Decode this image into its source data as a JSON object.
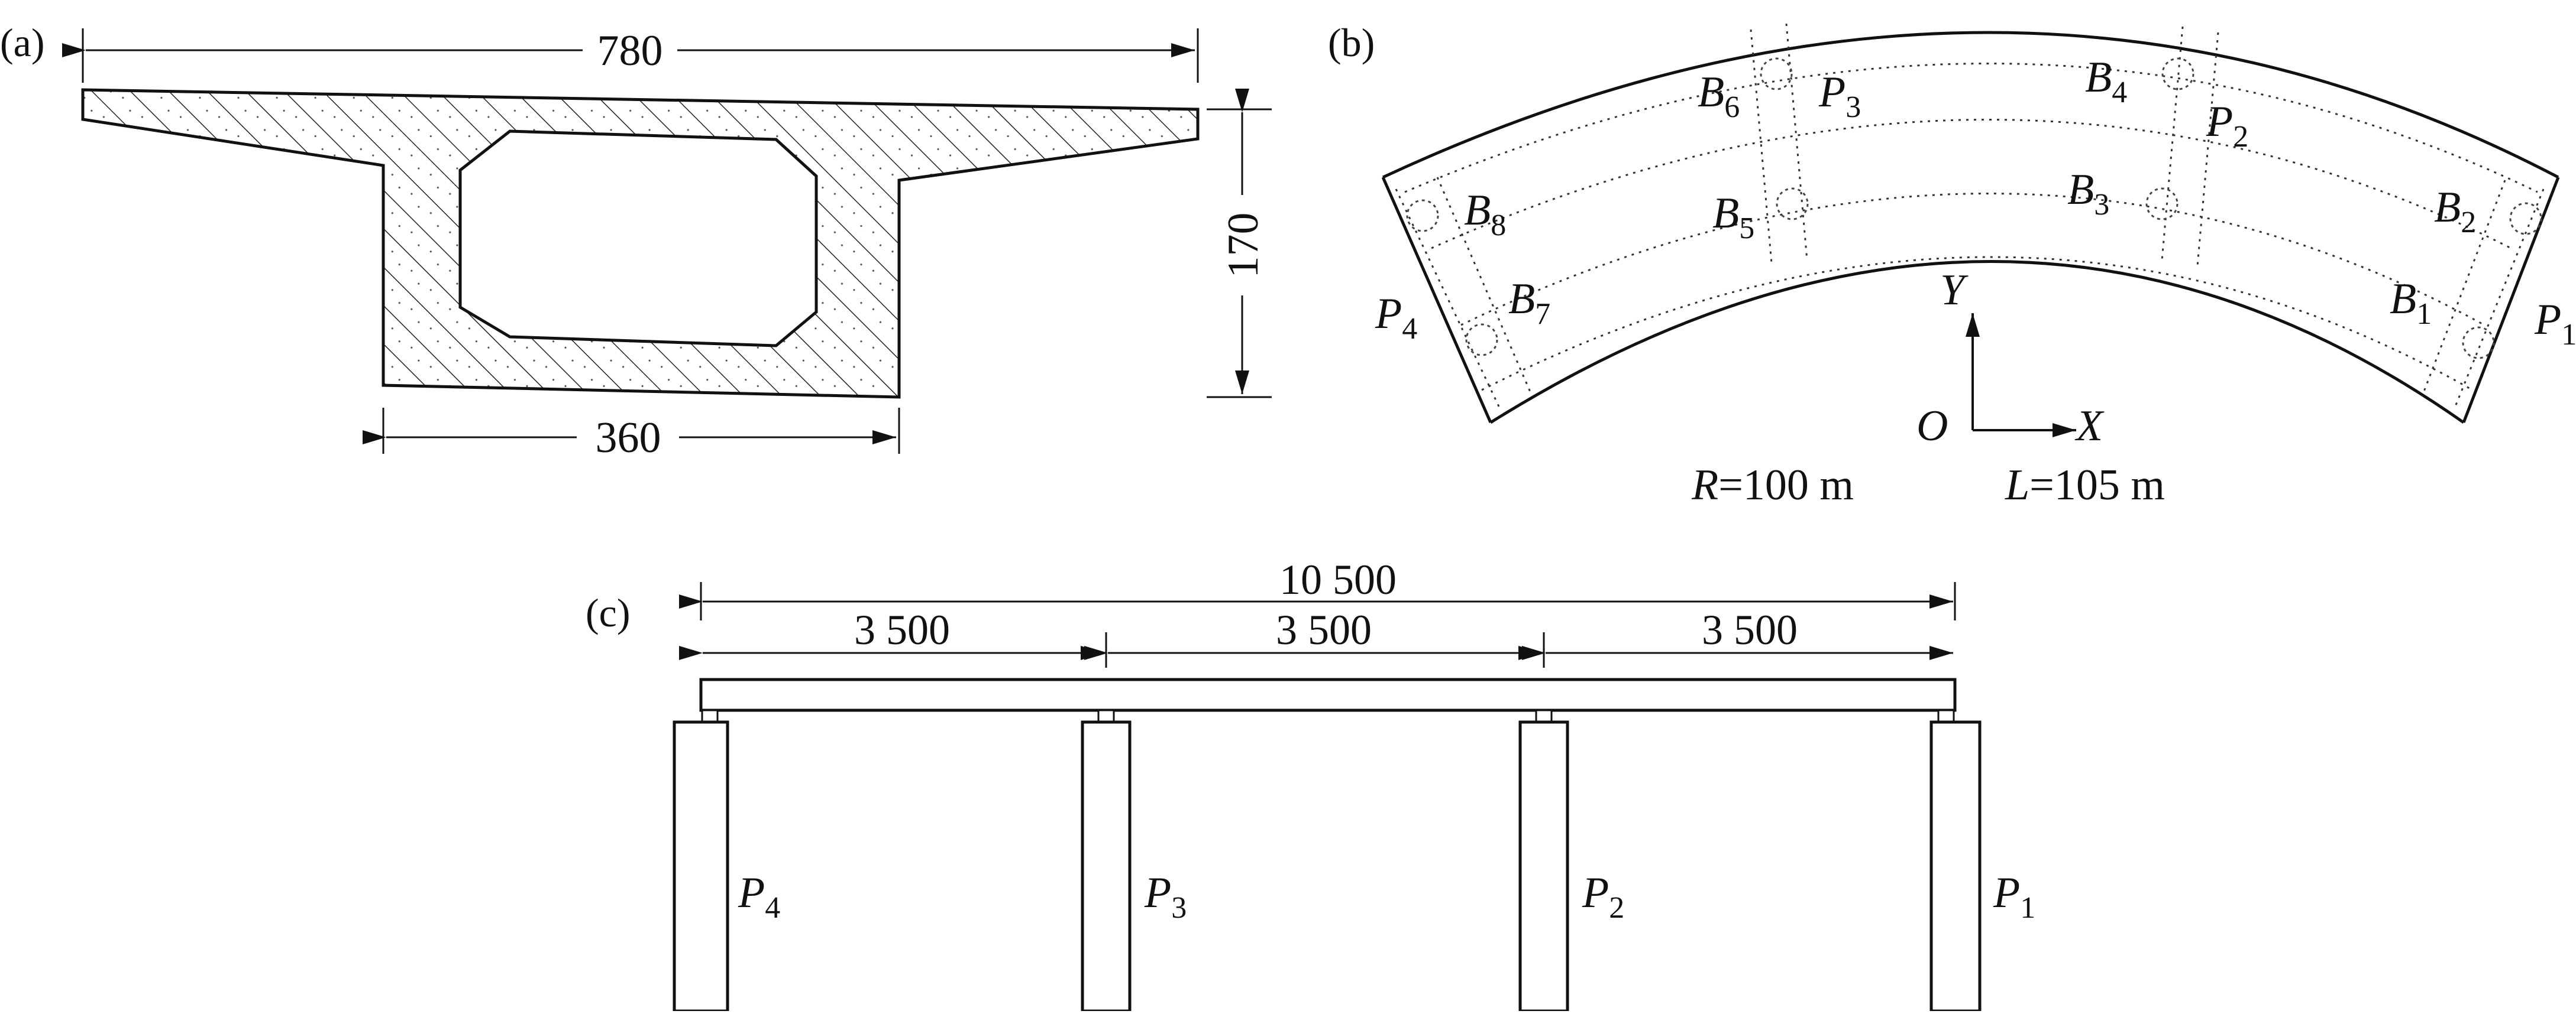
{
  "panel_a": {
    "label": "(a)",
    "top_width": "780",
    "height": "170",
    "bottom_width": "360"
  },
  "panel_b": {
    "label": "(b)",
    "bearings": [
      {
        "letter": "B",
        "sub": "1"
      },
      {
        "letter": "B",
        "sub": "2"
      },
      {
        "letter": "B",
        "sub": "3"
      },
      {
        "letter": "B",
        "sub": "4"
      },
      {
        "letter": "B",
        "sub": "5"
      },
      {
        "letter": "B",
        "sub": "6"
      },
      {
        "letter": "B",
        "sub": "7"
      },
      {
        "letter": "B",
        "sub": "8"
      }
    ],
    "piers": [
      {
        "letter": "P",
        "sub": "1"
      },
      {
        "letter": "P",
        "sub": "2"
      },
      {
        "letter": "P",
        "sub": "3"
      },
      {
        "letter": "P",
        "sub": "4"
      }
    ],
    "axis": {
      "y": "Y",
      "x": "X",
      "origin": "O"
    },
    "radius": {
      "symbol": "R",
      "text": "=100 m"
    },
    "length": {
      "symbol": "L",
      "text": "=105 m"
    }
  },
  "panel_c": {
    "label": "(c)",
    "total_span": "10 500",
    "spans": [
      "3 500",
      "3 500",
      "3 500"
    ],
    "piers": [
      {
        "letter": "P",
        "sub": "4"
      },
      {
        "letter": "P",
        "sub": "3"
      },
      {
        "letter": "P",
        "sub": "2"
      },
      {
        "letter": "P",
        "sub": "1"
      }
    ]
  }
}
